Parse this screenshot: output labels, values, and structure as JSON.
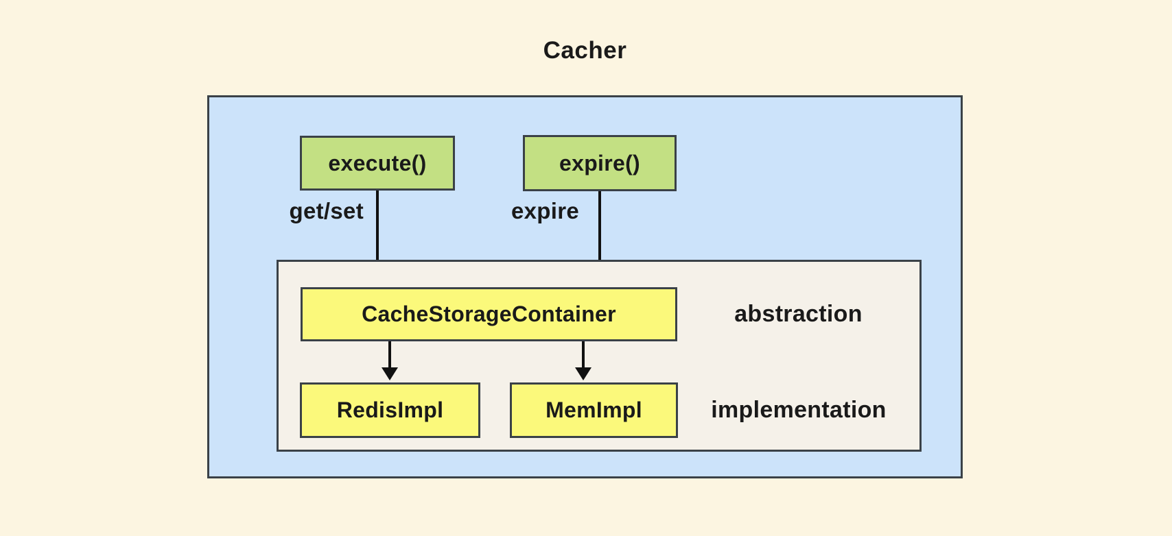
{
  "colors": {
    "background": "#FCF5E1",
    "outer_box": "#CCE3FA",
    "inner_box": "#F5F1E9",
    "method_box": "#C3E083",
    "storage_box": "#FBF97B",
    "border": "#3A4147",
    "arrow": "#111111",
    "text": "#1A1A1A"
  },
  "diagram": {
    "title": "Cacher",
    "method_boxes": [
      {
        "label": "execute()"
      },
      {
        "label": "expire()"
      }
    ],
    "edge_labels": [
      {
        "label": "get/set"
      },
      {
        "label": "expire"
      }
    ],
    "abstraction_box": {
      "label": "CacheStorageContainer"
    },
    "implementation_boxes": [
      {
        "label": "RedisImpl"
      },
      {
        "label": "MemImpl"
      }
    ],
    "layer_labels": [
      {
        "label": "abstraction"
      },
      {
        "label": "implementation"
      }
    ]
  }
}
